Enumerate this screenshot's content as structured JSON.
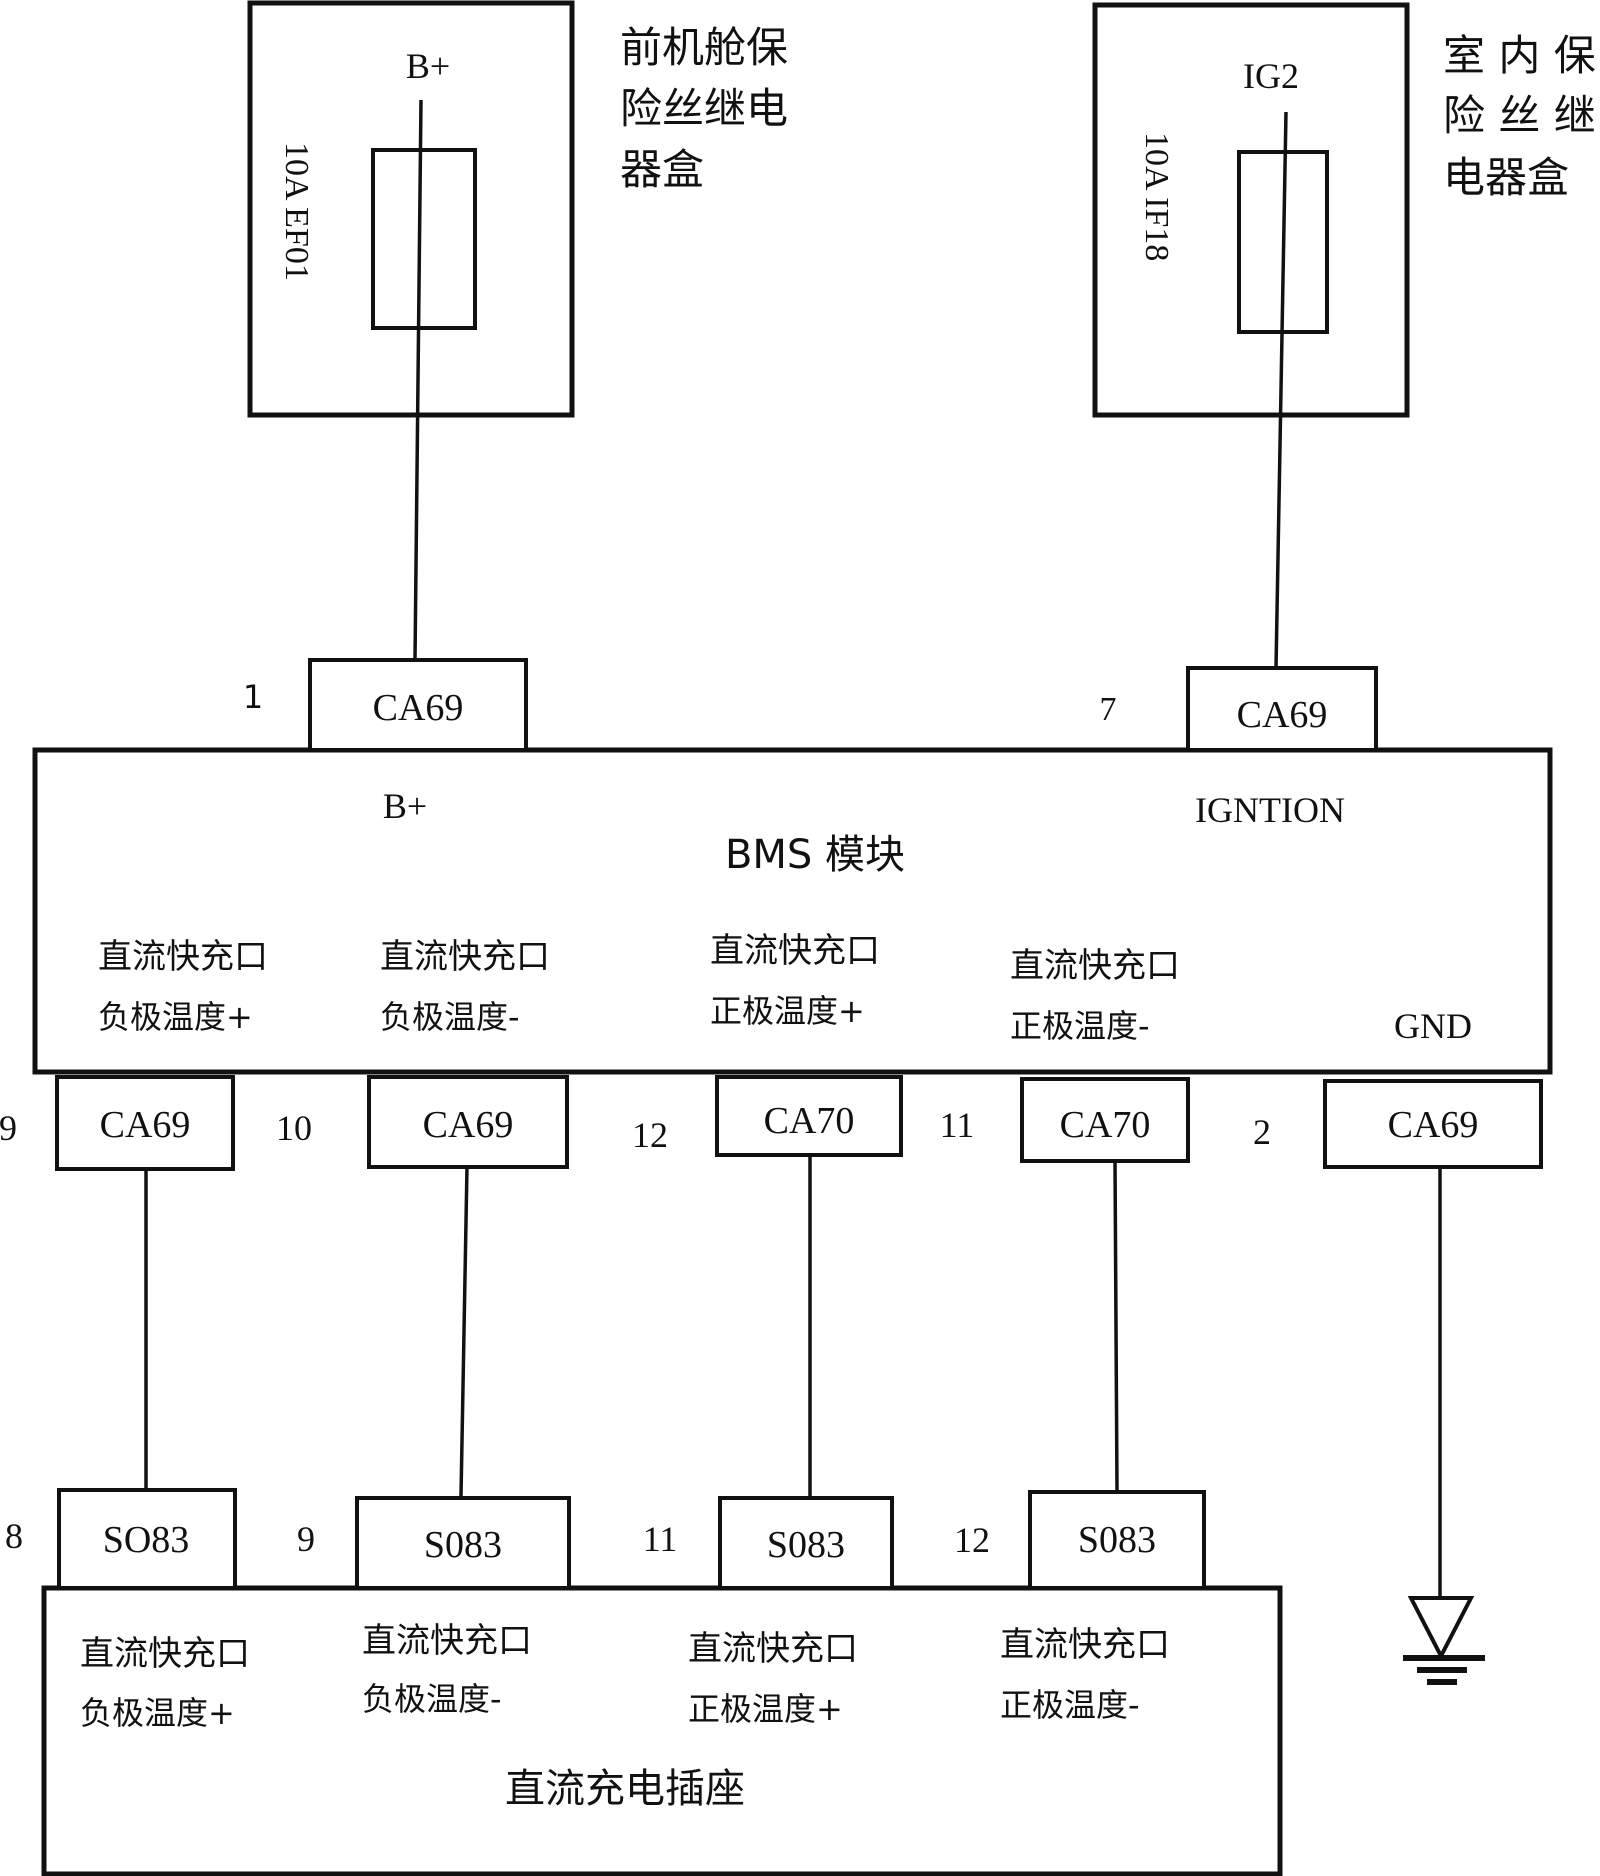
{
  "diagram": {
    "colors": {
      "line": "#111111",
      "background": "#ffffff"
    },
    "fuse_boxes": [
      {
        "id": "front",
        "title_lines": [
          "前机舱保",
          "险丝继电",
          "器盒"
        ],
        "terminal": "B+",
        "fuse_label": "10A  EF01"
      },
      {
        "id": "interior",
        "title_lines": [
          "室 内 保",
          "险 丝 继",
          "电器盒"
        ],
        "terminal": "IG2",
        "fuse_label": "10A IF18"
      }
    ],
    "bms": {
      "title": "BMS 模块",
      "top_pins": [
        {
          "pin": "1",
          "connector": "CA69",
          "signal": "B+"
        },
        {
          "pin": "7",
          "connector": "CA69",
          "signal": "IGNTION"
        }
      ],
      "bottom_pins": [
        {
          "pin": "9",
          "connector": "CA69",
          "signal_lines": [
            "直流快充口",
            "负极温度+"
          ]
        },
        {
          "pin": "10",
          "connector": "CA69",
          "signal_lines": [
            "直流快充口",
            "负极温度-"
          ]
        },
        {
          "pin": "12",
          "connector": "CA70",
          "signal_lines": [
            "直流快充口",
            "正极温度+"
          ]
        },
        {
          "pin": "11",
          "connector": "CA70",
          "signal_lines": [
            "直流快充口",
            "正极温度-"
          ]
        },
        {
          "pin": "2",
          "connector": "CA69",
          "signal_lines": [
            "",
            "GND"
          ]
        }
      ]
    },
    "socket": {
      "title": "直流充电插座",
      "pins": [
        {
          "pin": "8",
          "connector": "SO83",
          "signal_lines": [
            "直流快充口",
            "负极温度+"
          ]
        },
        {
          "pin": "9",
          "connector": "S083",
          "signal_lines": [
            "直流快充口",
            "负极温度-"
          ]
        },
        {
          "pin": "11",
          "connector": "S083",
          "signal_lines": [
            "直流快充口",
            "正极温度+"
          ]
        },
        {
          "pin": "12",
          "connector": "S083",
          "signal_lines": [
            "直流快充口",
            "正极温度-"
          ]
        }
      ]
    },
    "ground_symbol": "ground-icon"
  }
}
